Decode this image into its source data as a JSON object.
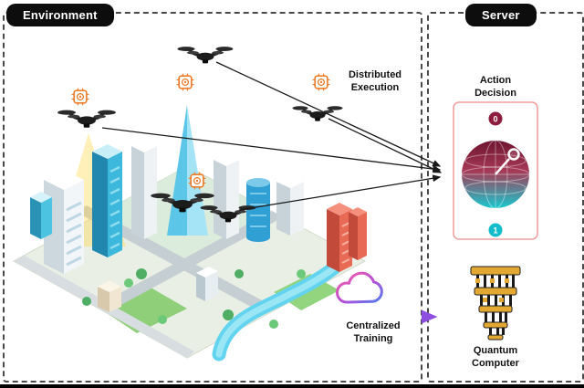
{
  "environment_panel": {
    "label": "Environment"
  },
  "server_panel": {
    "label": "Server"
  },
  "annotations": {
    "distributed_execution": "Distributed Execution",
    "centralized_training": "Centralized Training",
    "action_decision": "Action Decision",
    "quantum_computer": "Quantum Computer"
  },
  "bloch_sphere": {
    "top_state_label": "0",
    "bottom_state_label": "1"
  },
  "icons": {
    "drones": "quadcopter-drone",
    "chips": "quantum-chip",
    "cloud": "cloud",
    "quantum_machine": "quantum-computer"
  },
  "colors": {
    "state0_badge": "#8c1d3f",
    "state1_badge": "#12bcc9",
    "decision_box_border": "#f2a0a0",
    "chip_accent": "#ef7d2e",
    "cloud_gradient_start": "#ff5fa2",
    "cloud_gradient_end": "#4f7df0",
    "training_gradient_start": "#e85fae",
    "training_gradient_end": "#8e4fe0",
    "pill_background": "#0d0d0d"
  }
}
